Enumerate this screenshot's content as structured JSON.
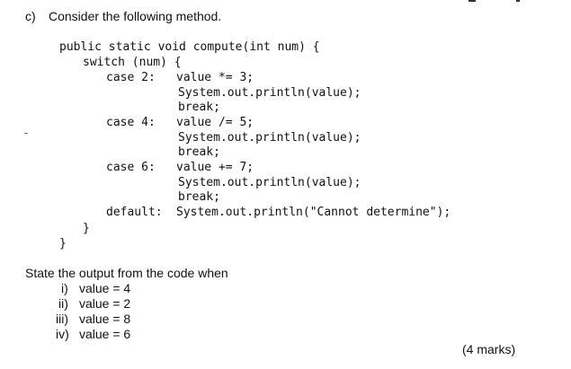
{
  "question": {
    "label": "c)",
    "prompt": "Consider the following method."
  },
  "code": {
    "lines": [
      "public static void compute(int num) {",
      "switch (num) {",
      "case 2:",
      "value *= 3;",
      "System.out.println(value);",
      "break;",
      "case 4:",
      "value /= 5;",
      "System.out.println(value);",
      "break;",
      "case 6:",
      "value += 7;",
      "System.out.println(value);",
      "break;",
      "default:",
      "System.out.println(\"Cannot determine\");",
      "}",
      "}"
    ]
  },
  "instruction": "State the output from the code when",
  "parts": [
    {
      "numeral": "i)",
      "text": "value = 4"
    },
    {
      "numeral": "ii)",
      "text": "value = 2"
    },
    {
      "numeral": "iii)",
      "text": "value = 8"
    },
    {
      "numeral": "iv)",
      "text": "value = 6"
    }
  ],
  "marks": "(4 marks)"
}
